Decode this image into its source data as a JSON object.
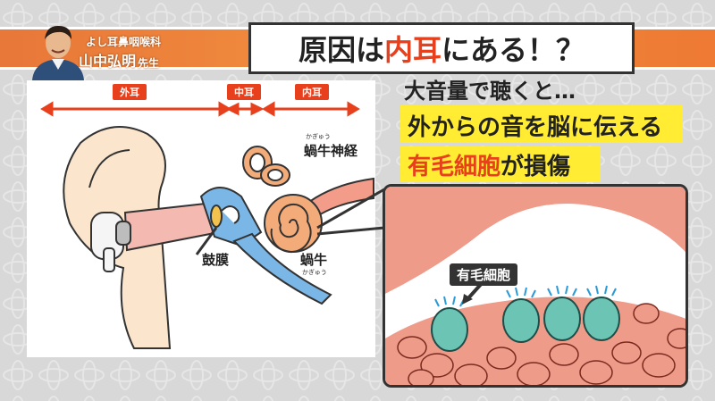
{
  "header": {
    "title_prefix": "原因は",
    "title_highlight": "内耳",
    "title_suffix": "にある！？",
    "affiliation": "よし耳鼻咽喉科",
    "doctor_name": "山中弘明",
    "doctor_title": "先生"
  },
  "diagram": {
    "segments": {
      "outer": "外耳",
      "middle": "中耳",
      "inner": "内耳"
    },
    "labels": {
      "nerve": "蝸牛神経",
      "nerve_ruby": "かぎゅう",
      "eardrum": "鼓膜",
      "cochlea": "蝸牛",
      "cochlea_ruby": "かぎゅう"
    }
  },
  "explanation": {
    "line1": "大音量で聴くと…",
    "line2": "外からの音を脳に伝える",
    "line3_highlight": "有毛細胞",
    "line3_suffix": "が損傷"
  },
  "zoom_panel": {
    "cell_label": "有毛細胞"
  },
  "colors": {
    "accent_red": "#e8401c",
    "banner_orange": "#ee7a34",
    "highlight_yellow": "#ffec33",
    "tissue_pink": "#ef9b8a",
    "cell_teal": "#6cc4b4"
  }
}
